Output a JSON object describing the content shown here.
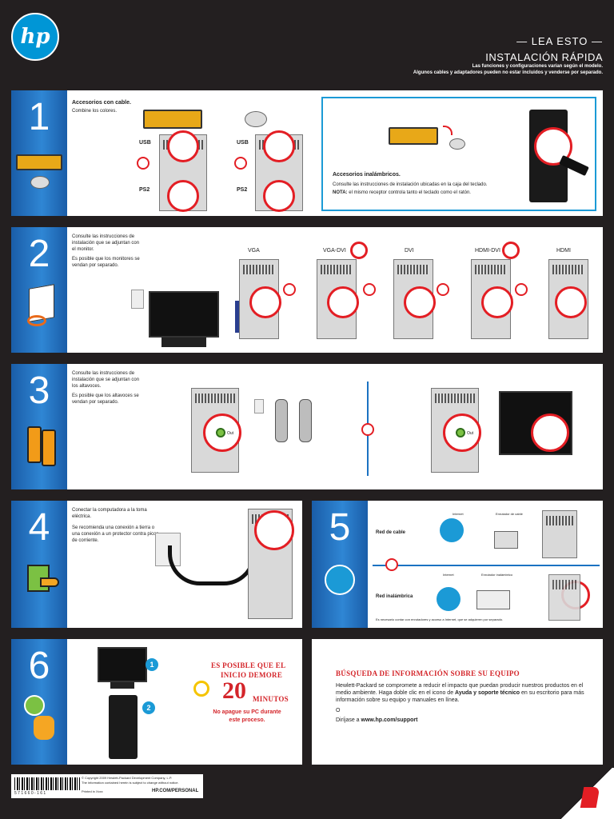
{
  "header": {
    "logo": "hp",
    "line1": "— LEA ESTO —",
    "line2": "INSTALACIÓN RÁPIDA",
    "note1": "Las funciones y configuraciones varían según el modelo.",
    "note2": "Algunos cables y adaptadores pueden no estar incluidos y venderse por separado."
  },
  "step1": {
    "number": "1",
    "title": "Accesorios con cable.",
    "desc": "Combine los colores.",
    "usb_label": "USB",
    "ps2_label": "PS2",
    "wireless_title": "Accesorios inalámbricos.",
    "wireless_desc": "Consulte las instrucciones de instalación ubicadas en la caja del teclado.",
    "wireless_note_prefix": "NOTA:",
    "wireless_note": "el mismo receptor controla tanto el teclado como el ratón."
  },
  "step2": {
    "number": "2",
    "desc1": "Consulte las instrucciones de instalación que se adjuntan con el monitor.",
    "desc2": "Es posible que los monitores se vendan por separado.",
    "ports": [
      "VGA",
      "VGA-DVI",
      "DVI",
      "HDMI-DVI",
      "HDMI"
    ]
  },
  "step3": {
    "number": "3",
    "desc1": "Consulte las instrucciones de instalación que se adjuntan con los altavoces.",
    "desc2": "Es posible que los altavoces se vendan por separado.",
    "out_label": "Out"
  },
  "step4": {
    "number": "4",
    "desc1": "Conectar la computadora a la toma eléctrica.",
    "desc2": "Se recomienda una conexión a tierra o una conexión a un protector contra picos de corriente."
  },
  "step5": {
    "number": "5",
    "wired_label": "Red de cable",
    "wireless_label": "Red inalámbrica",
    "internet_label": "Internet",
    "cable_modem_label": "Enrutador de cable",
    "wireless_router_label": "Enrutador inalámbrico",
    "footnote": "Es necesario contar con enrutadores y acceso a Internet, que se adquieren por separado."
  },
  "step6": {
    "number": "6",
    "badge1": "1",
    "badge2": "2",
    "warn_line1": "ES POSIBLE QUE EL",
    "warn_line2": "INICIO DEMORE",
    "warn_number": "20",
    "warn_unit": "MINUTOS",
    "warn_line3": "No apague su PC durante",
    "warn_line4": "este proceso."
  },
  "support": {
    "title": "BÚSQUEDA DE INFORMACIÓN SOBRE SU EQUIPO",
    "body_pre": "Hewlett-Packard se compromete a reducir el impacto que puedan producir nuestros productos en el medio ambiente. Haga doble clic en el icono de ",
    "body_bold": "Ayuda y soporte técnico",
    "body_post": " en su escritorio para más información sobre su equipo y manuales en línea.",
    "or": "O",
    "goto_pre": "Diríjase a ",
    "goto_url": "www.hp.com/support"
  },
  "footer": {
    "copyright": "© Copyright 2009 Hewlett-Packard Development Company, L.P.",
    "notice": "The information contained herein is subject to change without notice.",
    "printed": "Printed in Xxxx",
    "url": "HP.COM/PERSONAL",
    "barcode_digits": "5 7 1 6 6 0 - 1 6 1"
  },
  "colors": {
    "background": "#231f20",
    "hp_blue": "#0096d6",
    "tab_blue": "#1a5da8",
    "accent_red": "#e31e24"
  }
}
